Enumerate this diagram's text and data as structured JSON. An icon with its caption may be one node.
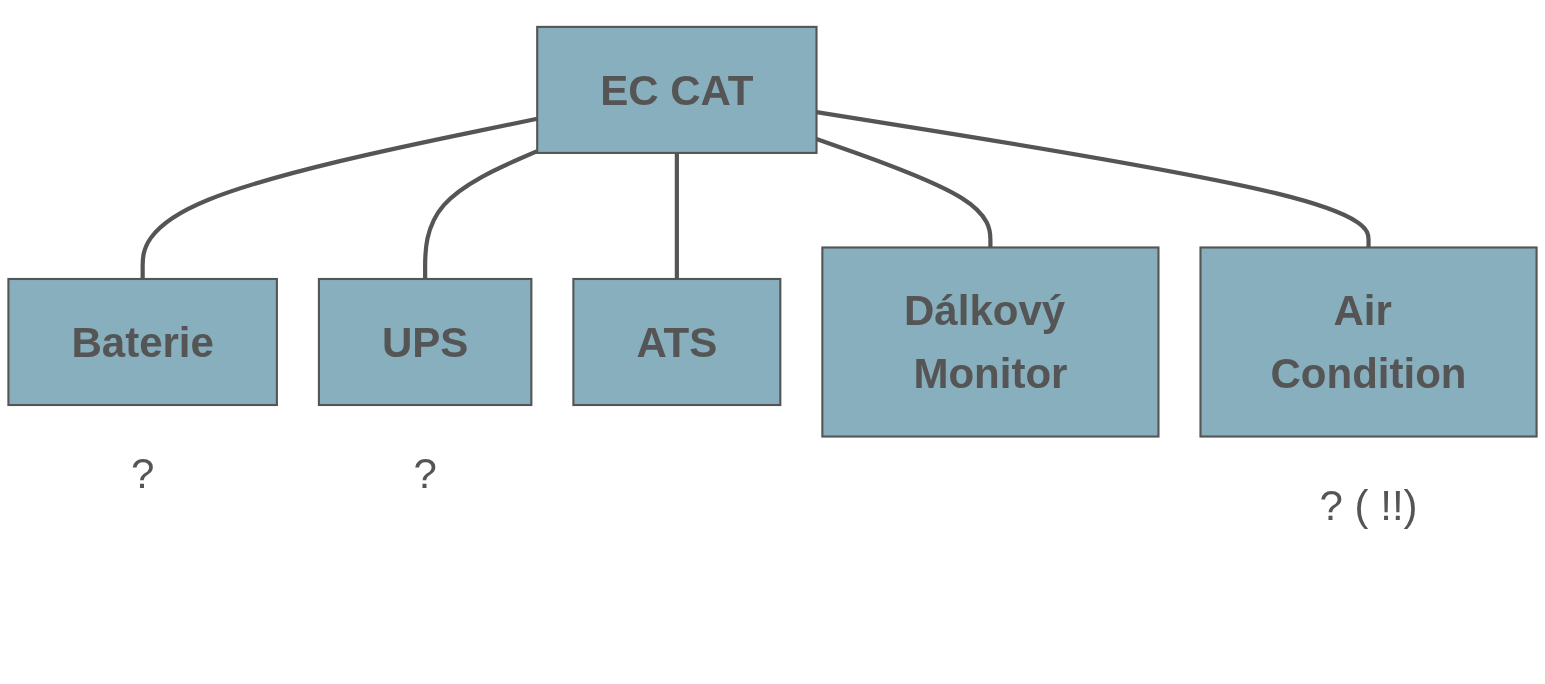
{
  "diagram": {
    "nodes": [
      {
        "text": [
          "EC CAT"
        ]
      },
      {
        "text": [
          "Baterie"
        ],
        "beside": [
          "?"
        ]
      },
      {
        "text": [
          "UPS"
        ],
        "beside": [
          "?"
        ]
      },
      {
        "text": [
          "ATS"
        ]
      },
      {
        "text": [
          "Dálkový Monitor"
        ]
      },
      {
        "text": [
          "Air Condition"
        ],
        "beside": [
          "? ( !!)"
        ]
      }
    ],
    "edges": [
      {
        "from": 0,
        "to": 1,
        "arrow": "none"
      },
      {
        "from": 0,
        "to": 2,
        "arrow": "none"
      },
      {
        "from": 0,
        "to": 3,
        "arrow": "none"
      },
      {
        "from": 0,
        "to": 4,
        "arrow": "none"
      },
      {
        "from": 0,
        "to": 5,
        "arrow": "none"
      }
    ]
  }
}
